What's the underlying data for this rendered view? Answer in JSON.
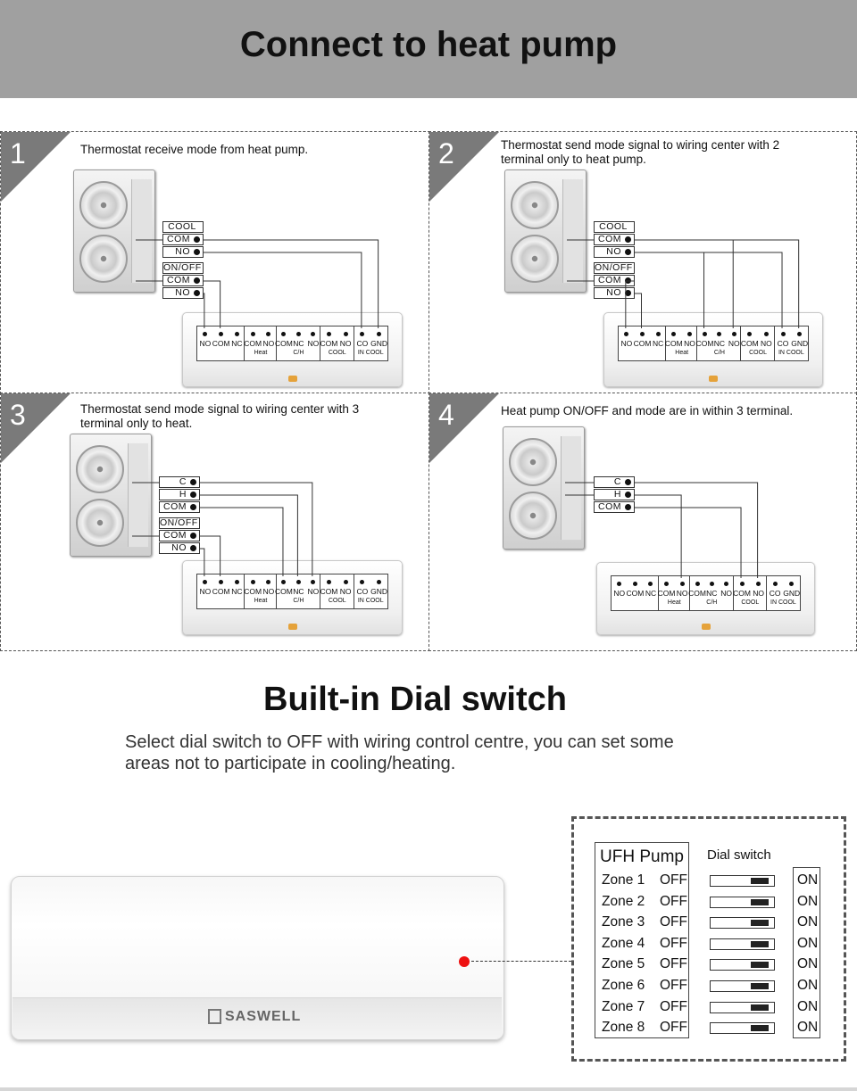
{
  "header": {
    "title": "Connect to heat pump"
  },
  "panels": [
    {
      "number": "1",
      "caption_lines": [
        "Thermostat receive mode from heat pump."
      ]
    },
    {
      "number": "2",
      "caption_lines": [
        "Thermostat send mode signal to wiring center with 2",
        "terminal only to heat pump."
      ]
    },
    {
      "number": "3",
      "caption_lines": [
        "Thermostat send mode signal to wiring center with 3",
        "terminal only to heat."
      ]
    },
    {
      "number": "4",
      "caption_lines": [
        "Heat pump ON/OFF and mode are in within 3 terminal."
      ]
    }
  ],
  "labels_a": {
    "cool": "COOL",
    "com": "COM",
    "no": "NO",
    "onoff": "ON/OFF"
  },
  "labels_b": {
    "c": "C",
    "h": "H",
    "com": "COM"
  },
  "terminals": {
    "groups": [
      {
        "labels": [
          "NO",
          "COM",
          "NC"
        ],
        "sub": ""
      },
      {
        "labels": [
          "COM",
          "NO"
        ],
        "sub": "Heat"
      },
      {
        "labels": [
          "COM",
          "NC",
          "NO"
        ],
        "sub": "C/H"
      },
      {
        "labels": [
          "COM",
          "NO"
        ],
        "sub": "COOL"
      },
      {
        "labels": [
          "CO",
          "GND"
        ],
        "sub": "IN COOL"
      }
    ]
  },
  "section2": {
    "title": "Built-in Dial switch",
    "desc_lines": [
      "Select dial switch to OFF with wiring control centre, you can set some",
      "areas not to participate in cooling/heating."
    ]
  },
  "device": {
    "logo": "SASWELL"
  },
  "dial": {
    "ufh_title": "UFH Pump",
    "dial_title": "Dial switch",
    "zones": [
      {
        "name": "Zone 1",
        "off": "OFF",
        "on": "ON"
      },
      {
        "name": "Zone 2",
        "off": "OFF",
        "on": "ON"
      },
      {
        "name": "Zone 3",
        "off": "OFF",
        "on": "ON"
      },
      {
        "name": "Zone 4",
        "off": "OFF",
        "on": "ON"
      },
      {
        "name": "Zone 5",
        "off": "OFF",
        "on": "ON"
      },
      {
        "name": "Zone 6",
        "off": "OFF",
        "on": "ON"
      },
      {
        "name": "Zone 7",
        "off": "OFF",
        "on": "ON"
      },
      {
        "name": "Zone 8",
        "off": "OFF",
        "on": "ON"
      }
    ]
  }
}
